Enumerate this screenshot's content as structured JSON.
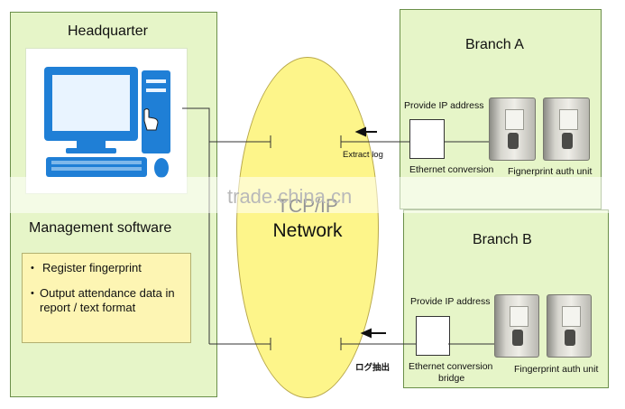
{
  "headquarter": {
    "title": "Headquarter",
    "software_title": "Management software",
    "features": [
      "Register fingerprint",
      "Output attendance data in report / text format"
    ]
  },
  "network": {
    "line1": "TCP/IP",
    "line2": "Network"
  },
  "branch_a": {
    "title": "Branch A",
    "provide_ip": "Provide IP address",
    "extract_log": "Extract log",
    "ethernet_label": "Ethernet conversion",
    "device_label": "Fignerprint auth unit"
  },
  "branch_b": {
    "title": "Branch B",
    "provide_ip": "Provide IP address",
    "extract_log": "ログ抽出",
    "ethernet_label_1": "Ethernet conversion",
    "ethernet_label_2": "bridge",
    "device_label": "Fingerprint auth unit"
  },
  "watermark": "trade.china.cn",
  "colors": {
    "panel_green": "#e6f5c8",
    "network_yellow": "#fdf58a",
    "software_box": "#fdf5b3",
    "monitor_blue": "#1f7fd6"
  }
}
